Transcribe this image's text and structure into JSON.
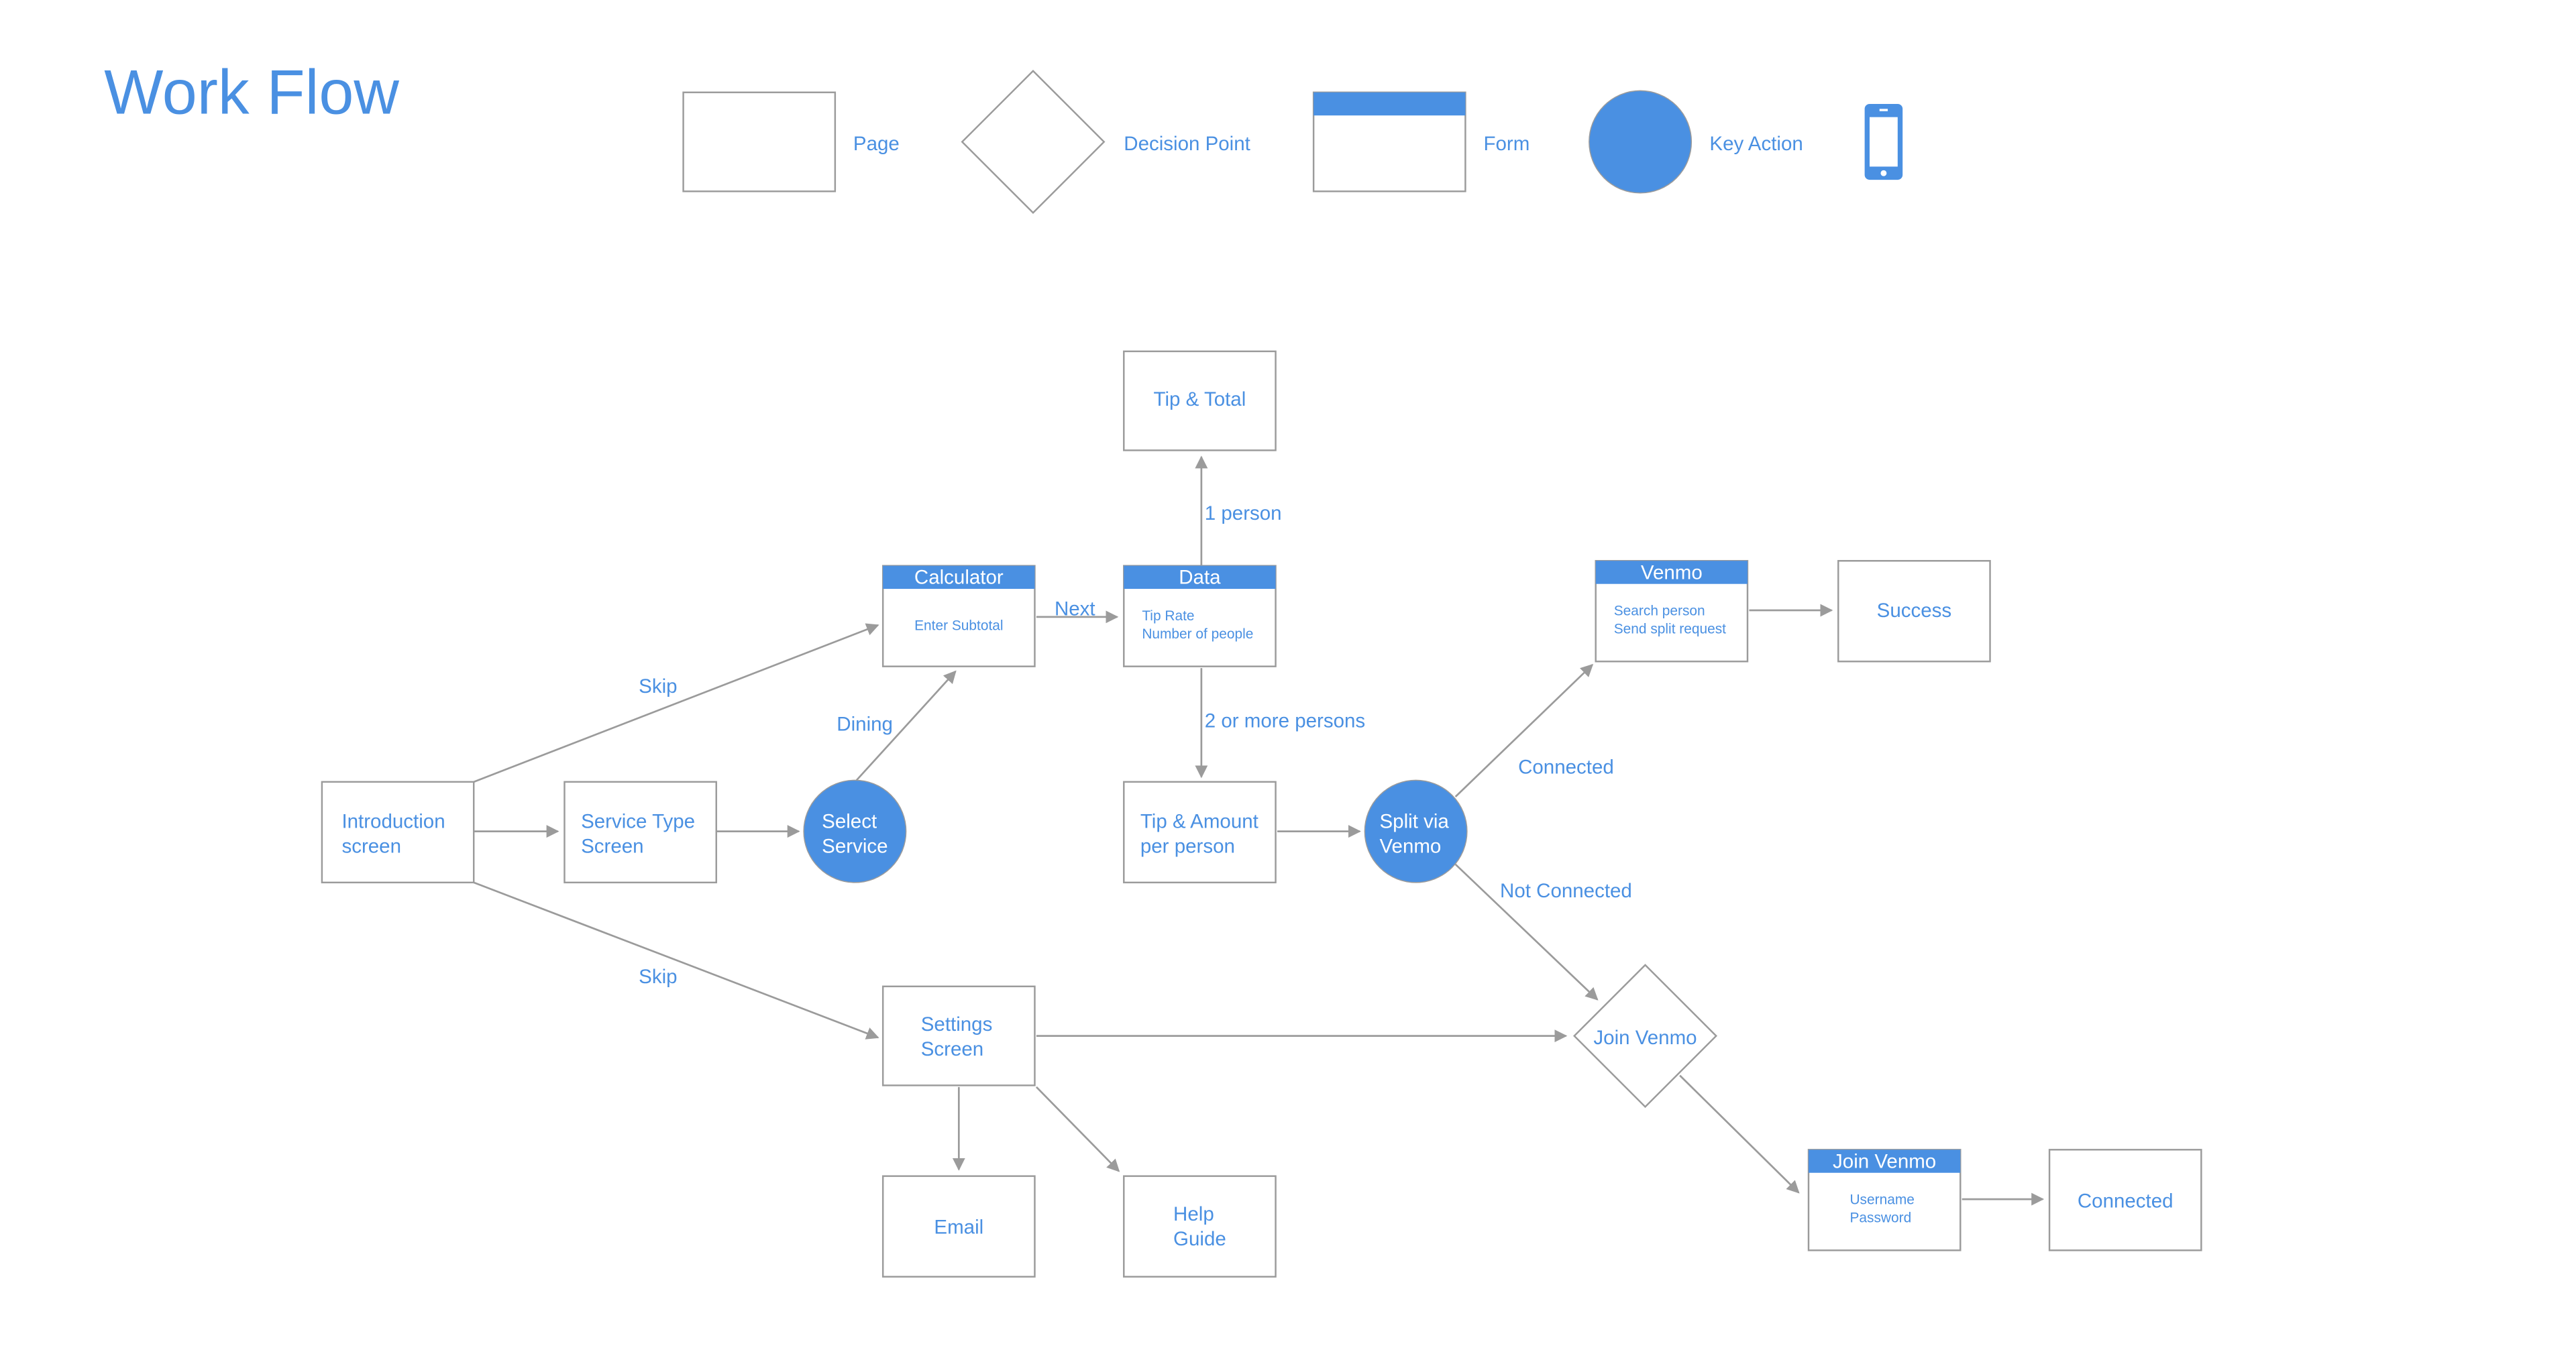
{
  "title": "Work Flow",
  "legend": {
    "page": "Page",
    "decision": "Decision Point",
    "form": "Form",
    "key_action": "Key Action",
    "device_icon": "mobile-phone-icon"
  },
  "colors": {
    "accent": "#4a90e2",
    "stroke": "#9b9b9b",
    "background": "#ffffff"
  },
  "nodes": {
    "intro": [
      "Introduction",
      "screen"
    ],
    "service_type": [
      "Service Type",
      "Screen"
    ],
    "select_service": [
      "Select",
      "Service"
    ],
    "calculator": {
      "header": "Calculator",
      "fields": [
        "Enter Subtotal"
      ]
    },
    "data": {
      "header": "Data",
      "fields": [
        "Tip Rate",
        "Number of people"
      ]
    },
    "tip_total": "Tip & Total",
    "tip_amount": [
      "Tip & Amount",
      "per person"
    ],
    "split_venmo": [
      "Split via",
      "Venmo"
    ],
    "venmo": {
      "header": "Venmo",
      "fields": [
        "Search person",
        "Send split request"
      ]
    },
    "success": "Success",
    "settings": [
      "Settings",
      "Screen"
    ],
    "join_venmo_decision": "Join Venmo",
    "join_venmo_form": {
      "header": "Join Venmo",
      "fields": [
        "Username",
        "Password"
      ]
    },
    "connected": "Connected",
    "email": "Email",
    "help": [
      "Help",
      "Guide"
    ]
  },
  "edge_labels": {
    "skip_top": "Skip",
    "skip_bottom": "Skip",
    "dining": "Dining",
    "next": "Next",
    "one_person": "1 person",
    "two_more": "2 or more persons",
    "connected": "Connected",
    "not_connected": "Not Connected"
  }
}
